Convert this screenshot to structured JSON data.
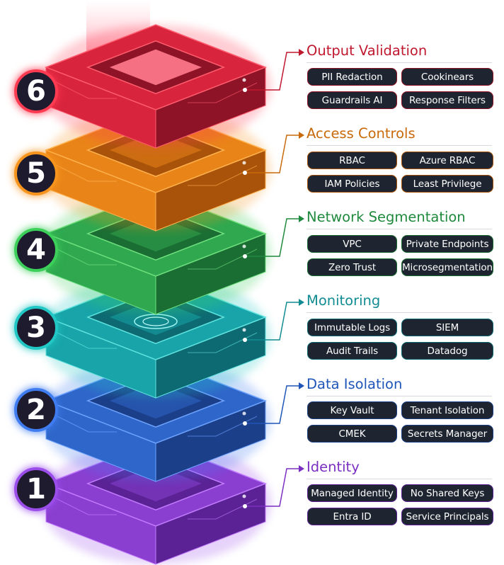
{
  "layers": [
    {
      "number": "6",
      "title": "Output Validation",
      "color": "#d8243d",
      "dark": "#8e1326",
      "light": "#ff5c6e",
      "glow": "#ff3b52",
      "tags": [
        "PII Redaction",
        "Cookinears",
        "Guardrails AI",
        "Response Filters"
      ]
    },
    {
      "number": "5",
      "title": "Access Controls",
      "color": "#e98419",
      "dark": "#a9530a",
      "light": "#ffb24d",
      "glow": "#f7941d",
      "tags": [
        "RBAC",
        "Azure RBAC",
        "IAM Policies",
        "Least Privilege"
      ]
    },
    {
      "number": "4",
      "title": "Network Segmentation",
      "color": "#2fa84f",
      "dark": "#1b6e33",
      "light": "#6fe07e",
      "glow": "#3ccf5a",
      "tags": [
        "VPC",
        "Private Endpoints",
        "Zero Trust",
        "Microsegmentation"
      ]
    },
    {
      "number": "3",
      "title": "Monitoring",
      "color": "#18a4a8",
      "dark": "#0d6a72",
      "light": "#5fe3e0",
      "glow": "#21c7c4",
      "tags": [
        "Immutable Logs",
        "SIEM",
        "Audit Trails",
        "Datadog"
      ]
    },
    {
      "number": "2",
      "title": "Data Isolation",
      "color": "#2f66c9",
      "dark": "#1c3f8a",
      "light": "#6da3ff",
      "glow": "#3f7cf0",
      "tags": [
        "Key Vault",
        "Tenant Isolation",
        "CMEK",
        "Secrets Manager"
      ]
    },
    {
      "number": "1",
      "title": "Identity",
      "color": "#8a3fd0",
      "dark": "#5a2294",
      "light": "#c27bff",
      "glow": "#9b4dea",
      "tags": [
        "Managed Identity",
        "No Shared Keys",
        "Entra ID",
        "Service Principals"
      ]
    }
  ],
  "title_colors": [
    "#c0182f",
    "#c86a0a",
    "#1f8a3d",
    "#128c93",
    "#1f55b8",
    "#7a2fc2"
  ],
  "pill_color": "#1e2530",
  "badge_color": "#1e1b2e"
}
